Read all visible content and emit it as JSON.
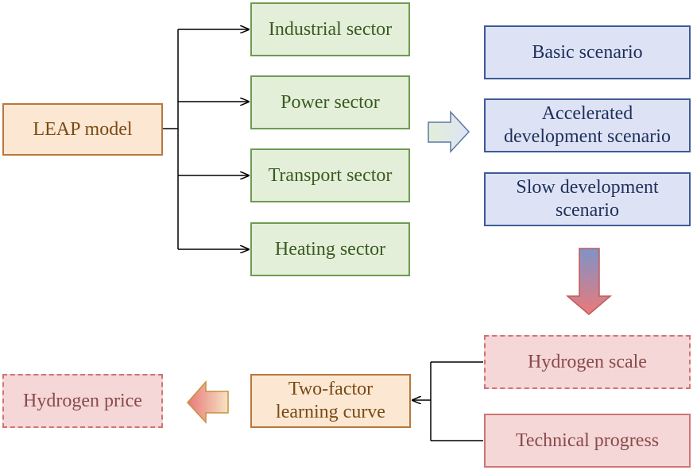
{
  "nodes": {
    "leap_model": "LEAP model",
    "industrial": "Industrial sector",
    "power": "Power sector",
    "transport": "Transport sector",
    "heating": "Heating sector",
    "basic": "Basic scenario",
    "accelerated": "Accelerated\ndevelopment scenario",
    "slow": "Slow development\nscenario",
    "hydrogen_scale": "Hydrogen scale",
    "technical_progress": "Technical progress",
    "learning_curve": "Two-factor\nlearning curve",
    "hydrogen_price": "Hydrogen price"
  },
  "colors": {
    "orange_fill": "#fce7d2",
    "green_fill": "#e3efd8",
    "blue_fill": "#dde3f4",
    "red_fill": "#f5d7d7"
  }
}
